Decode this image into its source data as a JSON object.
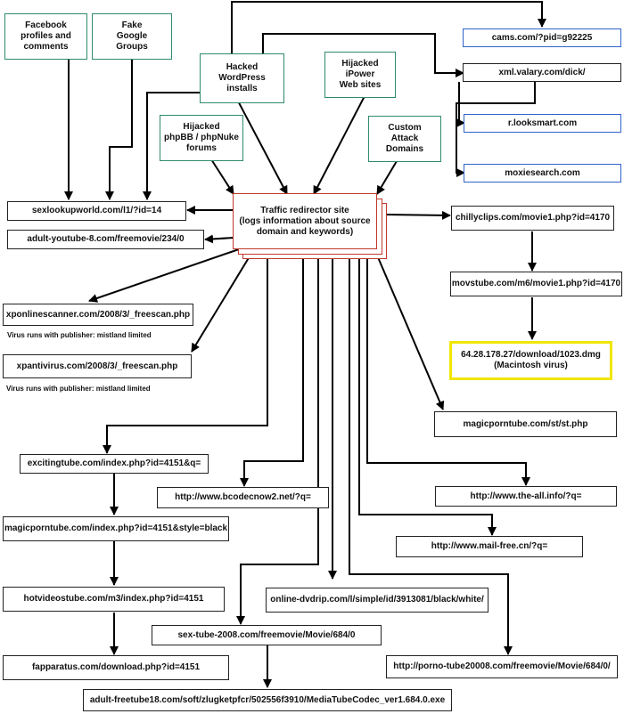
{
  "sources": {
    "facebook": "Facebook\nprofiles and\ncomments",
    "google_groups": "Fake\nGoogle\nGroups",
    "wordpress": "Hacked\nWordPress\ninstalls",
    "ipower": "Hijacked\niPower\nWeb sites",
    "phpbb": "Hijacked\nphpBB / phpNuke\nforums",
    "custom": "Custom\nAttack\nDomains"
  },
  "hub": {
    "label": "Traffic redirector site\n(logs information about source\ndomain and keywords)"
  },
  "destinations": {
    "cams": "cams.com/?pid=g92225",
    "valary": "xml.valary.com/dick/",
    "looksmart": "r.looksmart.com",
    "moxie": "moxiesearch.com",
    "sexlookup": "sexlookupworld.com/l1/?id=14",
    "adultyoutube": "adult-youtube-8.com/freemovie/234/0",
    "chillyclips": "chillyclips.com/movie1.php?id=4170",
    "movstube": "movstube.com/m6/movie1.php?id=4170",
    "dmg": "64.28.178.27/download/1023.dmg\n(Macintosh virus)",
    "xponline": "xponlinescanner.com/2008/3/_freescan.php",
    "xpanti": "xpantivirus.com/2008/3/_freescan.php",
    "magicporn_st": "magicporntube.com/st/st.php",
    "exciting": "excitingtube.com/index.php?id=4151&q=",
    "bcodec": "http://www.bcodecnow2.net/?q=",
    "theall": "http://www.the-all.info/?q=",
    "magicporn_idx": "magicporntube.com/index.php?id=4151&style=black",
    "mailfree": "http://www.mail-free.cn/?q=",
    "hotvideo": "hotvideostube.com/m3/index.php?id=4151",
    "dvdrip": "online-dvdrip.com/l/simple/id/3913081/black/white/",
    "sextube": "sex-tube-2008.com/freemovie/Movie/684/0",
    "fapparatus": "fapparatus.com/download.php?id=4151",
    "pornotube": "http://porno-tube20008.com/freemovie/Movie/684/0/",
    "freetube": "adult-freetube18.com/soft/zlugketpfcr/502556f3910/MediaTubeCodec_ver1.684.0.exe"
  },
  "notes": {
    "virus1": "Virus runs with publisher: mistland limited",
    "virus2": "Virus runs with publisher: mistland limited"
  },
  "colors": {
    "source_border": "#2e8b6b",
    "valary_branch_border": "#2f63c8",
    "hub_border": "#c0392b",
    "mac_virus_border": "#f0e600",
    "arrow": "#000000"
  }
}
